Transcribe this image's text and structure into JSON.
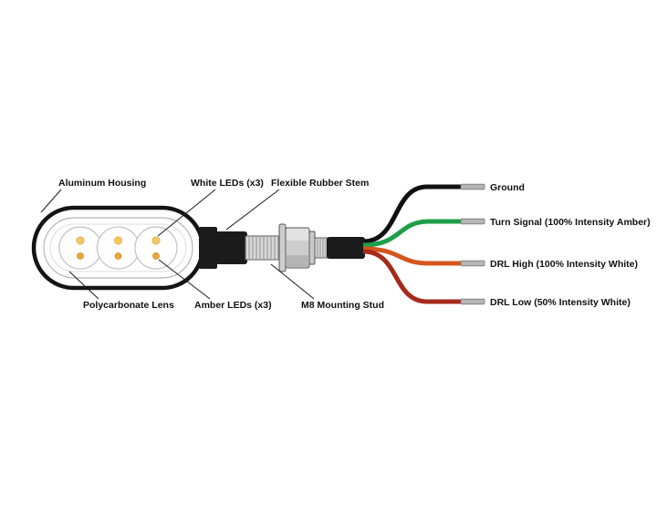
{
  "diagram": {
    "part_labels": {
      "aluminum_housing": "Aluminum Housing",
      "white_leds": "White LEDs (x3)",
      "flexible_rubber_stem": "Flexible Rubber Stem",
      "polycarbonate_lens": "Polycarbonate Lens",
      "amber_leds": "Amber LEDs (x3)",
      "m8_mounting_stud": "M8 Mounting Stud"
    },
    "wires": [
      {
        "name": "ground",
        "label": "Ground",
        "color": "#111111"
      },
      {
        "name": "turn-signal",
        "label": "Turn Signal (100% Intensity Amber)",
        "color": "#1f9e4a"
      },
      {
        "name": "drl-high",
        "label": "DRL High (100% Intensity White)",
        "color": "#d4561e"
      },
      {
        "name": "drl-low",
        "label": "DRL Low (50% Intensity White)",
        "color": "#a62b1a"
      }
    ],
    "colors": {
      "white_led": "#f3c665",
      "amber_led": "#eda43c",
      "wire_tip": "#b6b6b6",
      "housing_outline": "#141414"
    }
  }
}
